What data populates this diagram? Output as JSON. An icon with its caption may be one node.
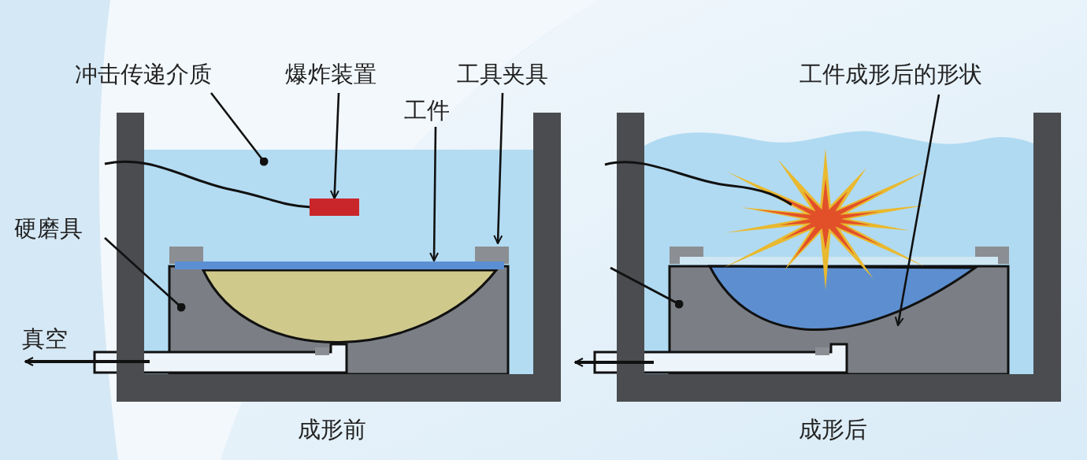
{
  "diagram": {
    "nodes": [
      {
        "text": [
          "冲击传递介质"
        ]
      },
      {
        "text": [
          "爆炸装置"
        ]
      },
      {
        "text": [
          "工件"
        ]
      },
      {
        "text": [
          "工具夹具"
        ]
      },
      {
        "text": [
          "硬磨具"
        ]
      },
      {
        "text": [
          "工件成形后的形状"
        ]
      },
      {
        "text": [],
        "shape": "box"
      }
    ],
    "edges": [
      {
        "from": 0,
        "to": null,
        "arrow": "other"
      },
      {
        "from": 1,
        "to": 6,
        "arrow": "to"
      },
      {
        "from": 2,
        "to": null,
        "arrow": "to"
      },
      {
        "from": 3,
        "to": null,
        "arrow": "to"
      },
      {
        "from": 4,
        "to": null,
        "arrow": "other"
      },
      {
        "from": 5,
        "to": null,
        "arrow": "to"
      }
    ],
    "labels": [
      "真空",
      "成形前",
      "成形后"
    ]
  }
}
